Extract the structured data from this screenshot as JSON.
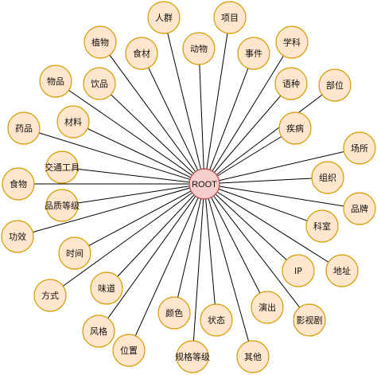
{
  "root": {
    "label": "ROOT"
  },
  "nodes": [
    "人群",
    "项目",
    "植物",
    "食材",
    "动物",
    "事件",
    "学科",
    "物品",
    "饮品",
    "语种",
    "部位",
    "药品",
    "材料",
    "疾病",
    "场所",
    "交通工具",
    "组织",
    "食物",
    "品质等级",
    "品牌",
    "科室",
    "功效",
    "时间",
    "IP",
    "地址",
    "方式",
    "味道",
    "演出",
    "颜色",
    "状态",
    "影视剧",
    "风格",
    "位置",
    "规格等级",
    "其他"
  ],
  "colors": {
    "node_fill": "#ffe6cc",
    "node_stroke": "#d79b00",
    "root_fill": "#f8cecc",
    "root_stroke": "#b85450",
    "edge": "#000000"
  }
}
